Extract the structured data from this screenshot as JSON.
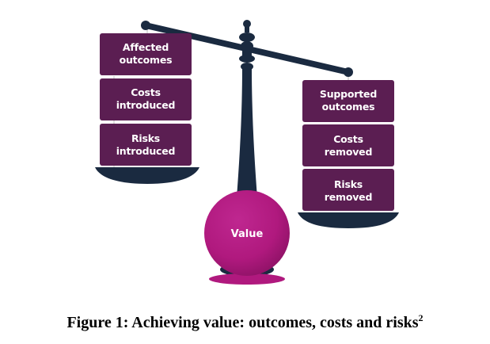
{
  "left_pan": {
    "boxes": [
      {
        "line1": "Affected",
        "line2": "outcomes"
      },
      {
        "line1": "Costs",
        "line2": "introduced"
      },
      {
        "line1": "Risks",
        "line2": "introduced"
      }
    ]
  },
  "right_pan": {
    "boxes": [
      {
        "line1": "Supported",
        "line2": "outcomes"
      },
      {
        "line1": "Costs",
        "line2": "removed"
      },
      {
        "line1": "Risks",
        "line2": "removed"
      }
    ]
  },
  "weight_label": "Value",
  "caption": {
    "text": "Figure 1: Achieving value: outcomes, costs and risks",
    "footnote": "2"
  },
  "colors": {
    "box_fill": "#5b1e52",
    "navy": "#1a2a40",
    "magenta": "#b0197e",
    "magenta_dark": "#8e1266"
  }
}
